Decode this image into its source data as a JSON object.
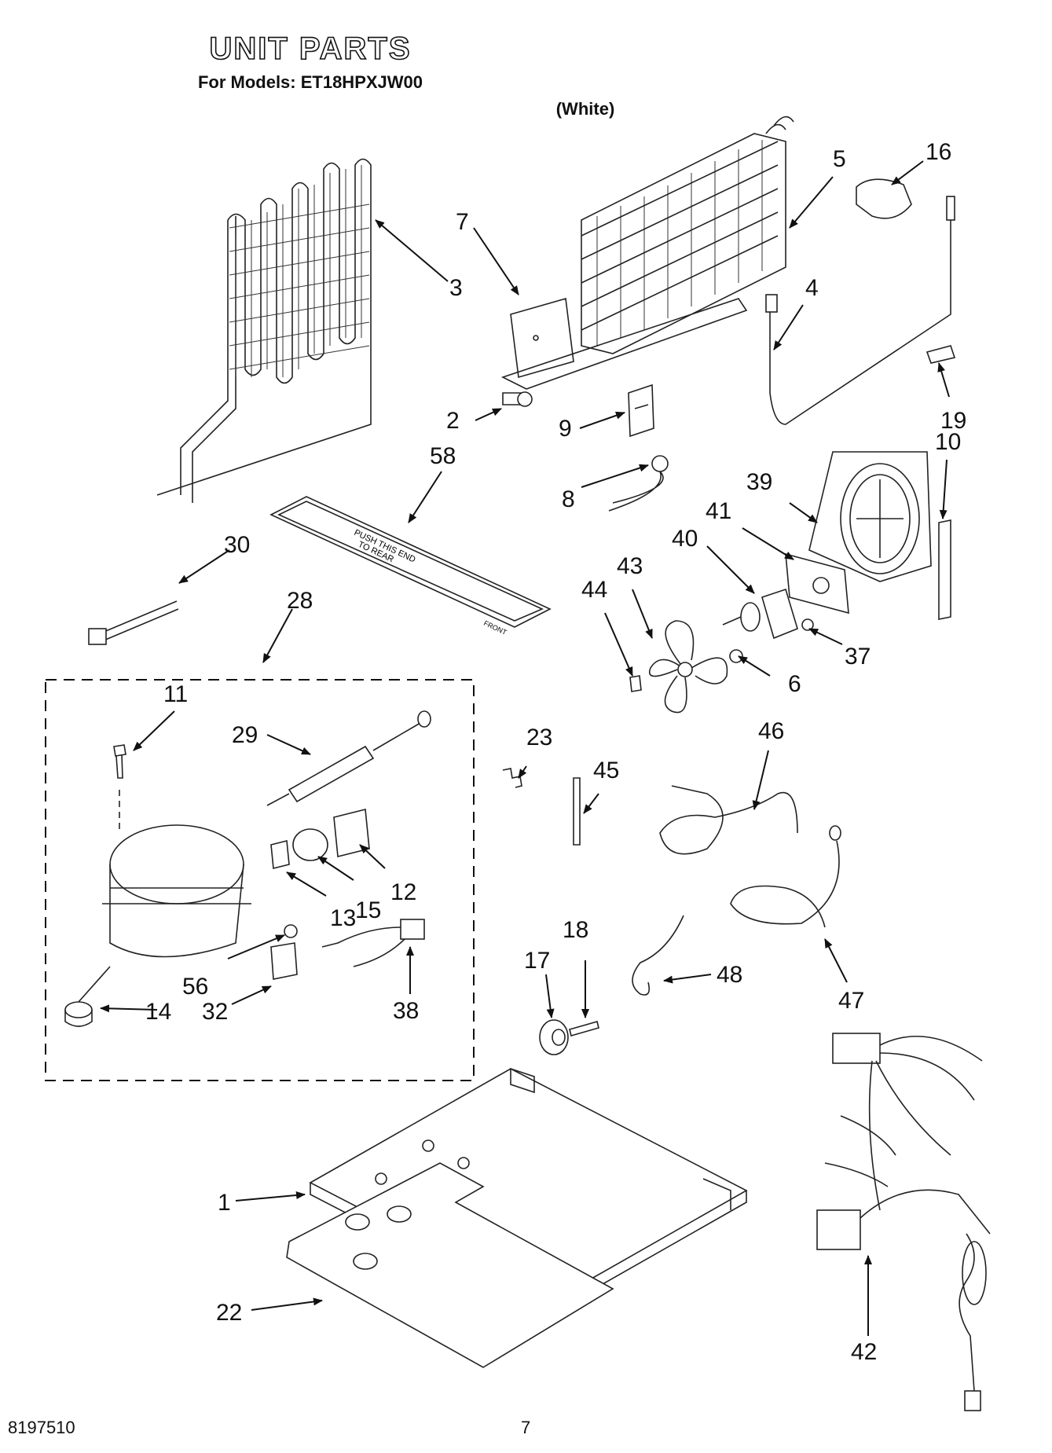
{
  "header": {
    "title": "UNIT PARTS",
    "models": "For Models: ET18HPXJW00",
    "color": "(White)"
  },
  "footer": {
    "doc_number": "8197510",
    "page_number": "7"
  },
  "callouts": {
    "n1": "1",
    "n2": "2",
    "n3": "3",
    "n4": "4",
    "n5": "5",
    "n6": "6",
    "n7": "7",
    "n8": "8",
    "n9": "9",
    "n10": "10",
    "n11": "11",
    "n12": "12",
    "n13": "13",
    "n14": "14",
    "n15": "15",
    "n16": "16",
    "n17": "17",
    "n18": "18",
    "n19": "19",
    "n22": "22",
    "n23": "23",
    "n28": "28",
    "n29": "29",
    "n30": "30",
    "n32": "32",
    "n37": "37",
    "n38": "38",
    "n39": "39",
    "n40": "40",
    "n41": "41",
    "n42": "42",
    "n43": "43",
    "n44": "44",
    "n45": "45",
    "n46": "46",
    "n47": "47",
    "n48": "48",
    "n56": "56",
    "n58": "58"
  },
  "drip_tray_text": {
    "line1": "PUSH THIS END",
    "line2": "TO REAR",
    "front": "FRONT"
  }
}
